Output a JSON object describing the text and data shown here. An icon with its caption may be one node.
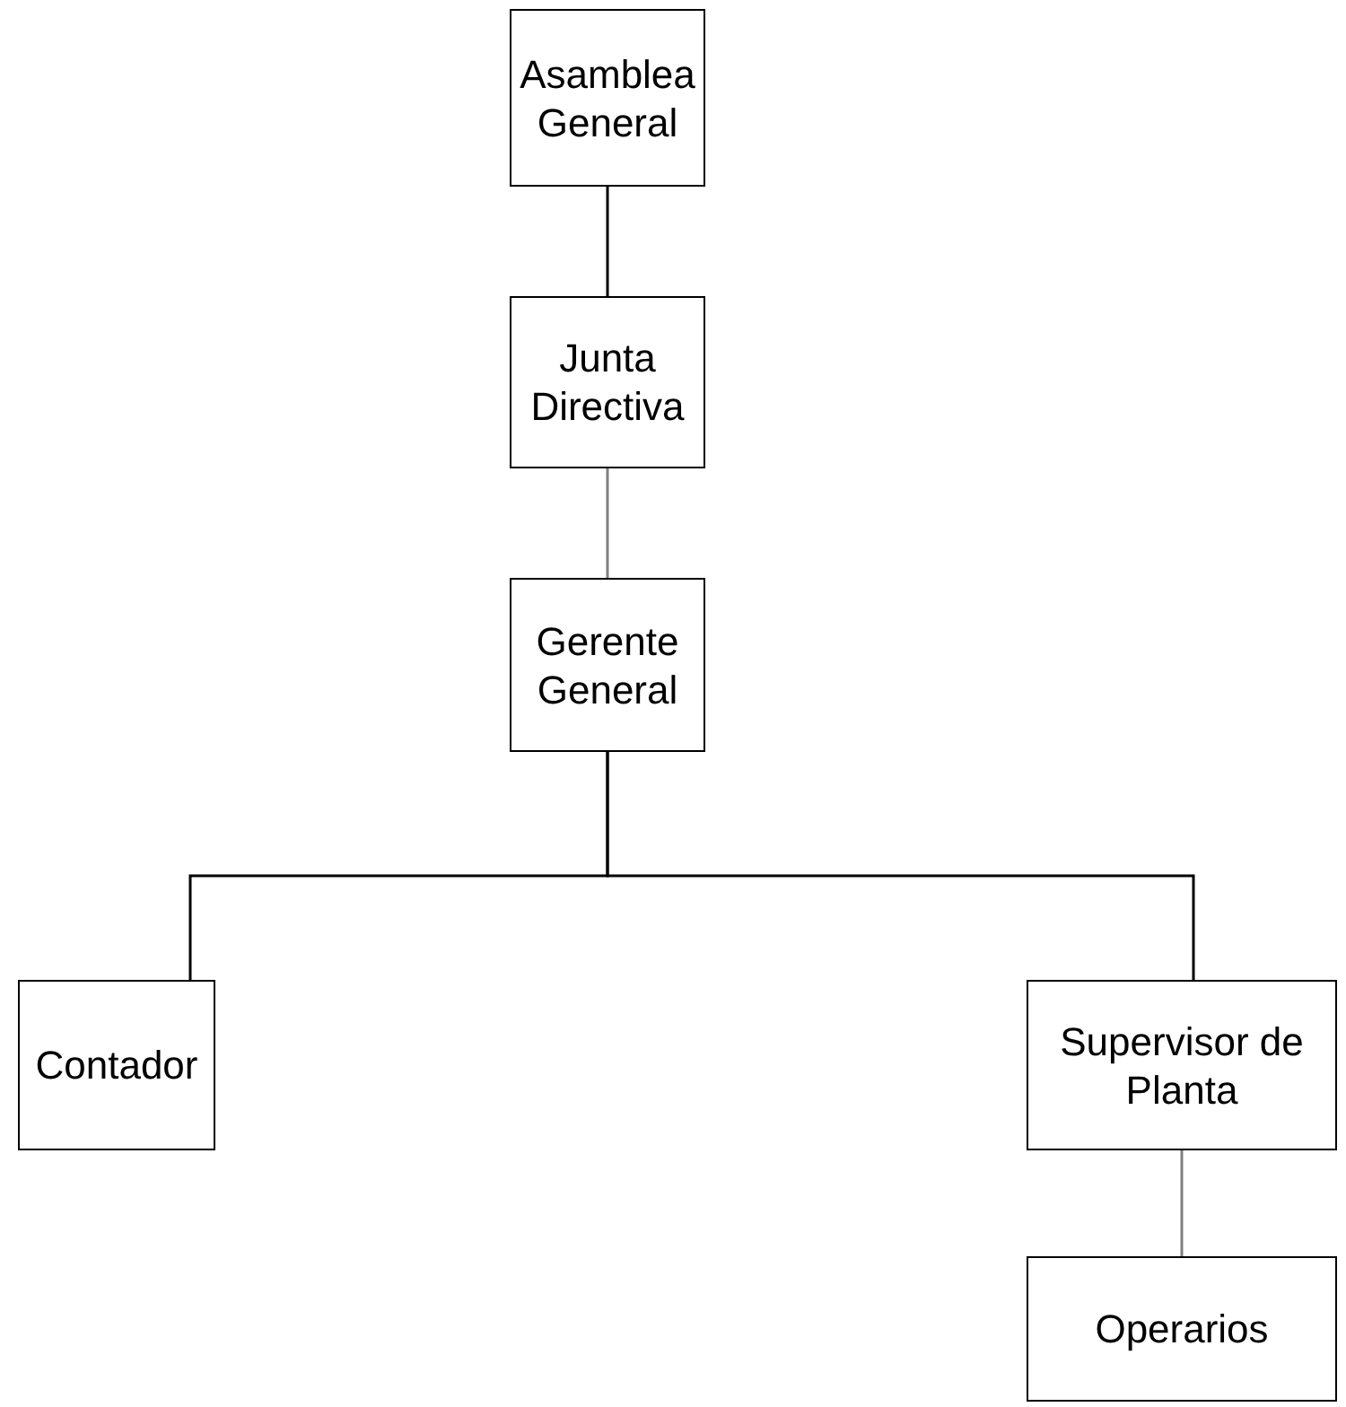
{
  "diagram": {
    "nodes": [
      {
        "text": [
          "Asamblea General"
        ]
      },
      {
        "text": [
          "Junta Directiva"
        ]
      },
      {
        "text": [
          "Gerente General"
        ]
      },
      {
        "text": [
          "Contador"
        ]
      },
      {
        "text": [
          "Supervisor de Planta"
        ]
      },
      {
        "text": [
          "Operarios"
        ]
      }
    ],
    "edges": [
      {
        "from": 0,
        "to": 1,
        "arrow": "none"
      },
      {
        "from": 1,
        "to": 2,
        "arrow": "none",
        "color": "#808080"
      },
      {
        "from": 2,
        "to": 3,
        "arrow": "none"
      },
      {
        "from": 2,
        "to": 4,
        "arrow": "none"
      },
      {
        "from": 4,
        "to": 5,
        "arrow": "none",
        "color": "#808080"
      }
    ]
  }
}
